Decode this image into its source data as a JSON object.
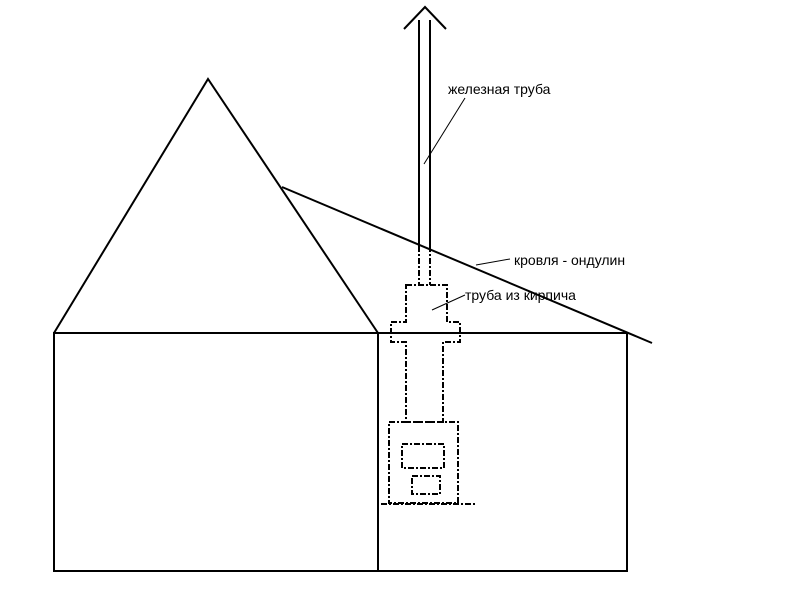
{
  "labels": {
    "iron_pipe": "железная труба",
    "roofing": "кровля - ондулин",
    "brick_pipe": "труба из кирпича"
  },
  "colors": {
    "line": "#000000",
    "background": "#ffffff"
  }
}
